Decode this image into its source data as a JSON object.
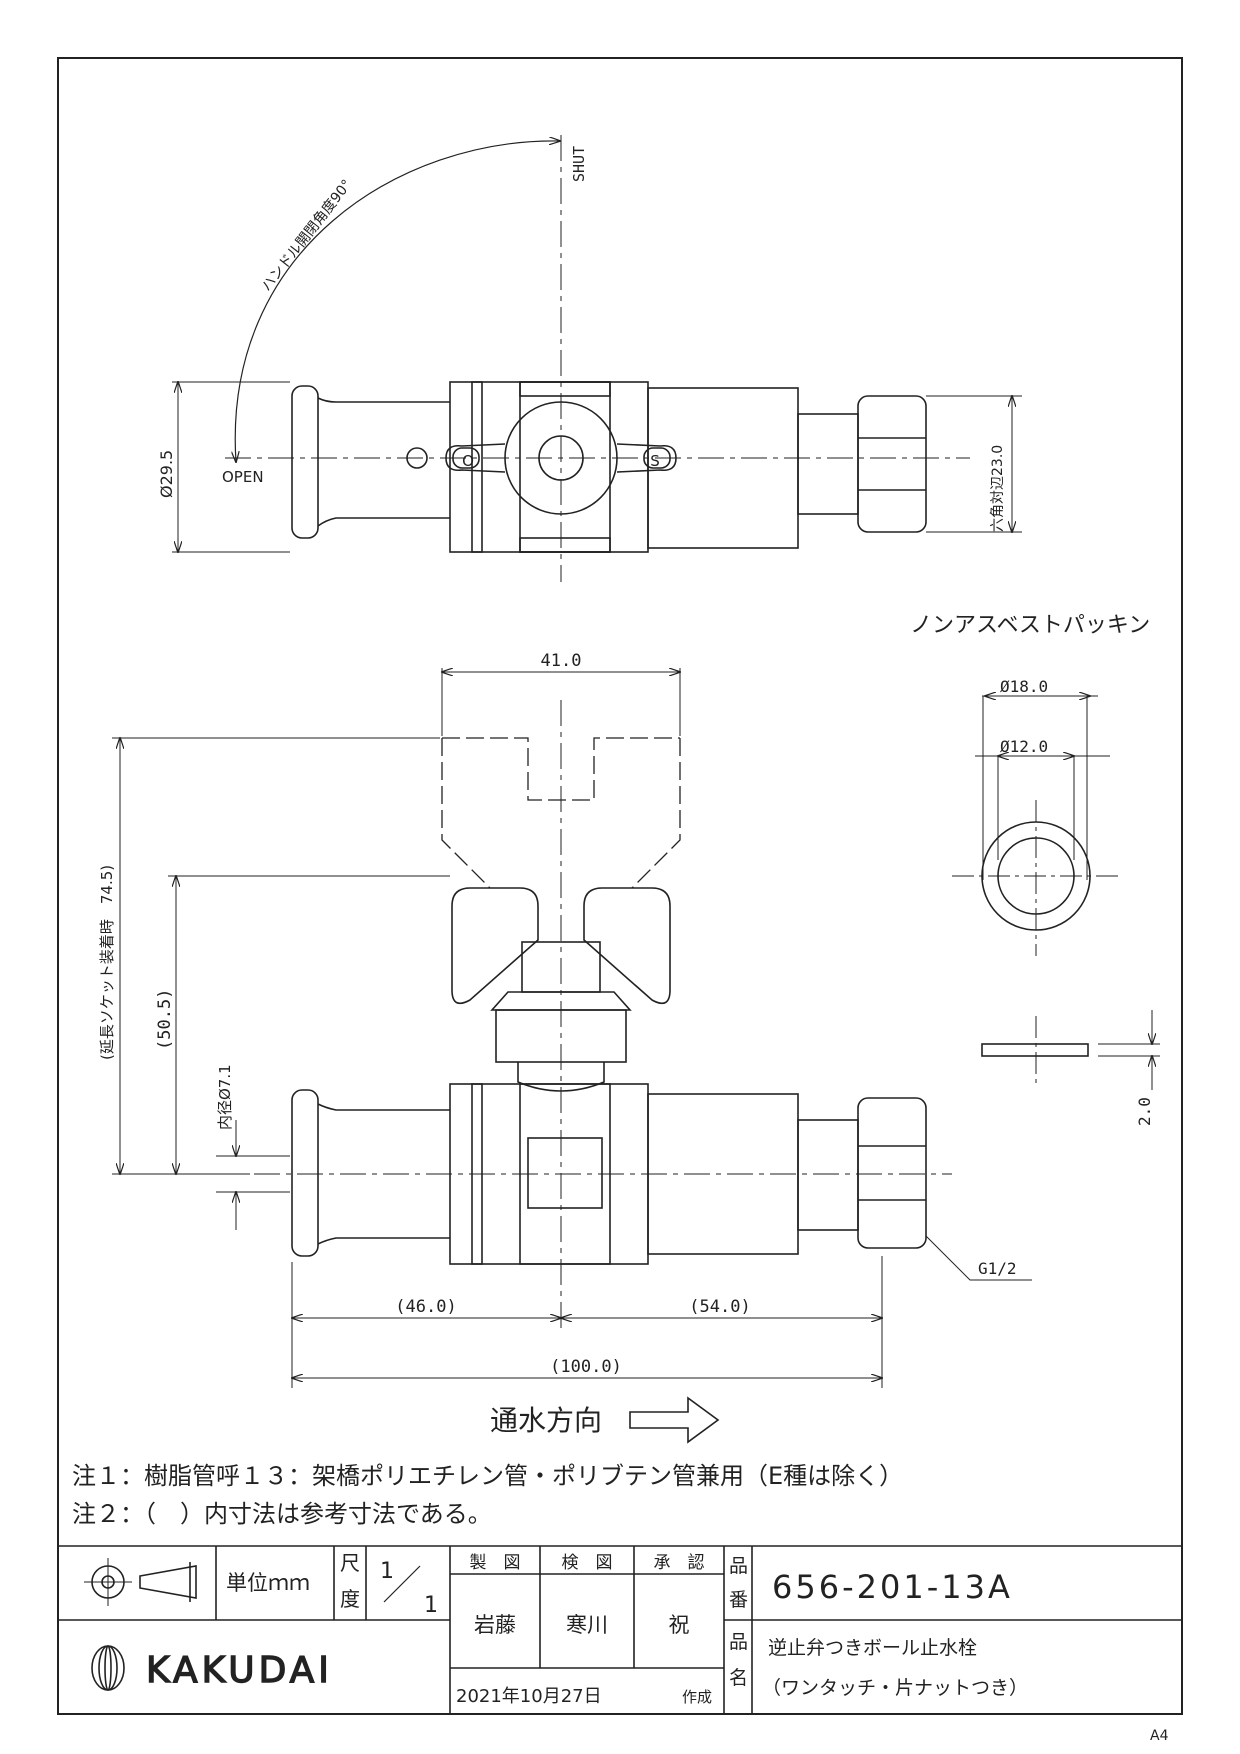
{
  "top_view": {
    "shut_label": "SHUT",
    "open_label": "OPEN",
    "handle_angle_label": "ハンドル開閉角度90°",
    "dia_label": "Ø29.5",
    "hex_label": "六角対辺23.0",
    "handle_o": "O",
    "handle_s": "S"
  },
  "packing": {
    "title": "ノンアスベストパッキン",
    "outer_dia": "Ø18.0",
    "inner_dia": "Ø12.0",
    "thickness": "2.0"
  },
  "front_view": {
    "handle_width": "41.0",
    "height_with_socket": "(延長ソケット装着時　74.5)",
    "height": "(50.5)",
    "inner_dia": "内径Ø7.1",
    "thread": "G1/2",
    "left_len": "(46.0)",
    "right_len": "(54.0)",
    "total_len": "(100.0)"
  },
  "flow_direction": "通水方向",
  "notes": [
    "注１：樹脂管呼１３：架橋ポリエチレン管・ポリブテン管兼用（E種は除く）",
    "注２：（　）内寸法は参考寸法である。"
  ],
  "title_block": {
    "unit_label": "単位ｍｍ",
    "scale_label_1": "尺",
    "scale_label_2": "度",
    "scale_num": "1",
    "scale_den": "1",
    "made_label": "製　図",
    "checked_label": "検　図",
    "approved_label": "承　認",
    "made_by": "岩藤",
    "checked_by": "寒川",
    "approved_by": "祝",
    "date": "2021年10月27日",
    "created_label": "作成",
    "part_no_label_1": "品",
    "part_no_label_2": "番",
    "part_no": "656-201-13A",
    "part_name_label_1": "品",
    "part_name_label_2": "名",
    "part_name_1": "逆止弁つきボール止水栓",
    "part_name_2": "（ワンタッチ・片ナットつき）",
    "brand": "KAKUDAI"
  },
  "paper_size": "A4"
}
